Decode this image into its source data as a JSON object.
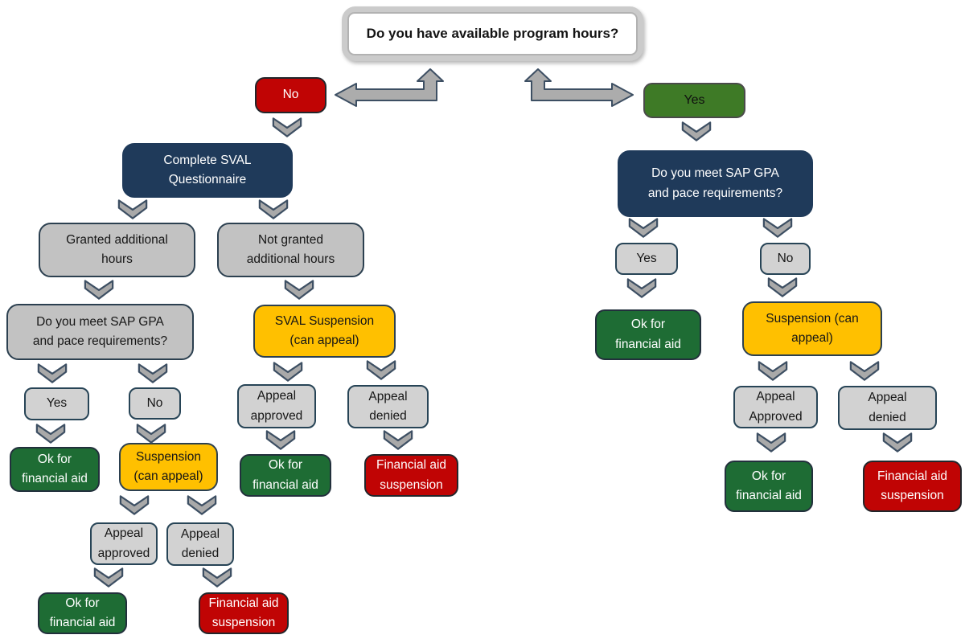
{
  "diagram_title": "Do you have available program hours?",
  "colors": {
    "no_red": "#C00000",
    "yes_green": "#3E7A26",
    "question_navy": "#1F3A5A",
    "warning_yellow": "#FFC000",
    "ok_green": "#1E6C34",
    "suspension_red": "#C00000",
    "neutral_gray": "#C2C2C2",
    "connector_gray": "#A9A9A9"
  },
  "nodes": {
    "root": {
      "label": "Do you have available program hours?"
    },
    "no_branch": {
      "label": "No"
    },
    "yes_branch": {
      "label": "Yes"
    },
    "complete_sval": {
      "label": "Complete SVAL\nQuestionnaire"
    },
    "granted": {
      "label": "Granted additional\nhours"
    },
    "not_granted": {
      "label": "Not granted\nadditional hours"
    },
    "sap_left": {
      "label": "Do you meet SAP GPA\nand pace requirements?"
    },
    "sap_left_yes": {
      "label": "Yes"
    },
    "sap_left_no": {
      "label": "No"
    },
    "ok1": {
      "label": "Ok for\nfinancial aid"
    },
    "susp_left": {
      "label": "Suspension\n(can appeal)"
    },
    "appeal_appr_left": {
      "label": "Appeal\napproved"
    },
    "appeal_den_left": {
      "label": "Appeal\ndenied"
    },
    "ok2": {
      "label": "Ok for\nfinancial aid"
    },
    "finsusp1": {
      "label": "Financial aid\nsuspension"
    },
    "sval_susp": {
      "label": "SVAL Suspension\n(can appeal)"
    },
    "appeal_appr_mid": {
      "label": "Appeal\napproved"
    },
    "appeal_den_mid": {
      "label": "Appeal\ndenied"
    },
    "ok3": {
      "label": "Ok for\nfinancial aid"
    },
    "finsusp2": {
      "label": "Financial aid\nsuspension"
    },
    "sap_right": {
      "label": "Do you meet SAP GPA\nand pace requirements?"
    },
    "sap_right_yes": {
      "label": "Yes"
    },
    "sap_right_no": {
      "label": "No"
    },
    "ok4": {
      "label": "Ok for\nfinancial aid"
    },
    "susp_right": {
      "label": "Suspension (can\nappeal)"
    },
    "appeal_appr_right": {
      "label": "Appeal\nApproved"
    },
    "appeal_den_right": {
      "label": "Appeal\ndenied"
    },
    "ok5": {
      "label": "Ok for\nfinancial aid"
    },
    "finsusp3": {
      "label": "Financial aid\nsuspension"
    }
  }
}
